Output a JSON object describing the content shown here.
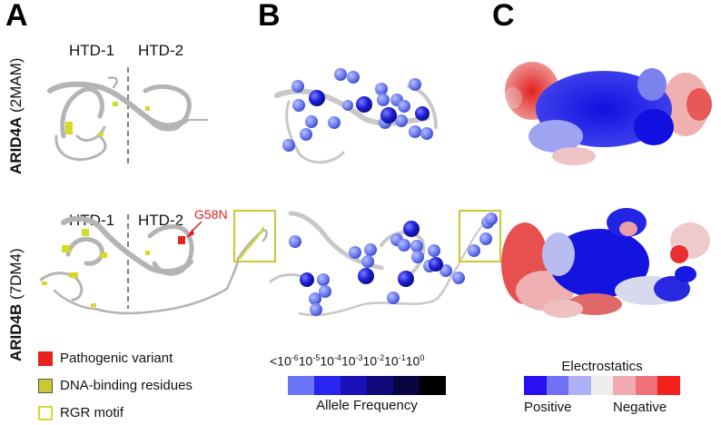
{
  "panels": {
    "A": {
      "letter": "A"
    },
    "B": {
      "letter": "B"
    },
    "C": {
      "letter": "C"
    }
  },
  "rows": [
    {
      "protein": "ARID4A",
      "pdb": "(2MAM)"
    },
    {
      "protein": "ARID4B",
      "pdb": "(7DM4)"
    }
  ],
  "domains": {
    "htd1": "HTD-1",
    "htd2": "HTD-2"
  },
  "annotations": {
    "variant": "G58N"
  },
  "legend_a": [
    {
      "label": "Pathogenic variant",
      "color": "#e8231c",
      "style": "filled"
    },
    {
      "label": "DNA-binding residues",
      "color": "#c9c932",
      "style": "filled"
    },
    {
      "label": "RGR motif",
      "color": "#d6d637",
      "style": "outline"
    }
  ],
  "allele_scale": {
    "title": "Allele Frequency",
    "ticks": [
      {
        "base": "<10",
        "exp": "-6"
      },
      {
        "base": "10",
        "exp": "-5"
      },
      {
        "base": "10",
        "exp": "-4"
      },
      {
        "base": "10",
        "exp": "-3"
      },
      {
        "base": "10",
        "exp": "-2"
      },
      {
        "base": "10",
        "exp": "-1"
      },
      {
        "base": "10",
        "exp": "0"
      }
    ],
    "colors": [
      "#6b74f5",
      "#2a24f0",
      "#1a10b8",
      "#11097a",
      "#080540",
      "#000000"
    ]
  },
  "electro_scale": {
    "title": "Electrostatics",
    "left_label": "Positive",
    "right_label": "Negative",
    "colors": [
      "#2a10f0",
      "#7070f5",
      "#adb0f5",
      "#eeeeee",
      "#f0aab0",
      "#f07078",
      "#f2201a"
    ]
  },
  "colors": {
    "ribbon": "#b8b8b8",
    "dna_binding": "#d4d92a",
    "rgr_box": "#c9c932",
    "pathogenic": "#e8231c",
    "sphere_light": "#6d7cf0",
    "sphere_dark": "#1c1ed6"
  }
}
